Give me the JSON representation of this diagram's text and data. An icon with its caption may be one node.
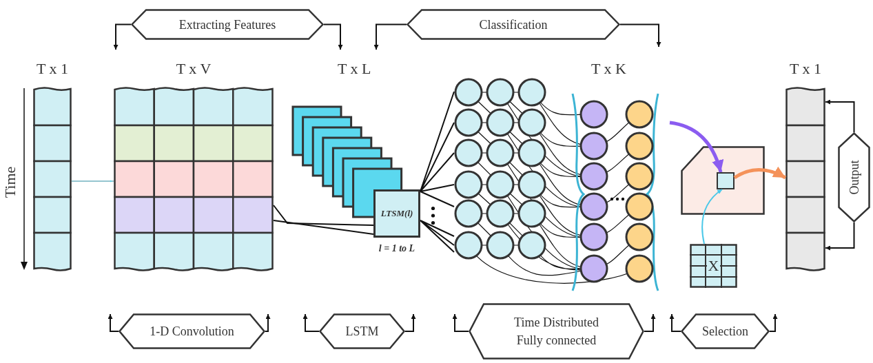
{
  "diagram": {
    "nodes": [
      {
        "text": [
          "Extracting Features"
        ]
      },
      {
        "text": [
          "Classification"
        ]
      },
      {
        "text": [
          "T x 1"
        ]
      },
      {
        "text": [
          "T x V"
        ]
      },
      {
        "text": [
          "T x L"
        ]
      },
      {
        "text": [
          "LTSM(l)"
        ],
        "beside": [
          "l = 1 to L"
        ]
      },
      {
        "text": [],
        "shape": "picture"
      },
      {
        "text": [],
        "shape": "box"
      },
      {
        "text": [],
        "shape": "box",
        "in": 7
      },
      {
        "text": [
          "X"
        ]
      },
      {
        "text": [
          "T x 1"
        ]
      },
      {
        "text": [
          "Output"
        ]
      },
      {
        "text": [
          "1-D Convolution"
        ]
      },
      {
        "text": [
          "LSTM"
        ]
      },
      {
        "text": [
          "Time Distributed Fully connected"
        ]
      },
      {
        "text": [
          "Selection"
        ]
      }
    ],
    "edges": [
      {
        "from": 0,
        "to": 3,
        "arrow": "to"
      },
      {
        "from": 0,
        "to": 4,
        "arrow": "to"
      },
      {
        "from": 1,
        "to": 4,
        "arrow": "to"
      },
      {
        "from": 1,
        "to": null,
        "arrow": "to"
      },
      {
        "from": 2,
        "to": 3,
        "arrow": "to",
        "color": "#2a8aa0"
      },
      {
        "from": 3,
        "to": 5,
        "arrow": "none"
      },
      {
        "from": 3,
        "to": 5,
        "arrow": "none"
      },
      {
        "from": 5,
        "to": 6,
        "arrow": "none"
      },
      {
        "from": 6,
        "to": 8,
        "arrow": "to",
        "style": "thick",
        "color": "#8b5cf0"
      },
      {
        "from": 9,
        "to": 8,
        "arrow": "to",
        "color": "#4cc8e8"
      },
      {
        "from": 8,
        "to": 10,
        "arrow": "to",
        "style": "thick",
        "color": "#f4925a"
      },
      {
        "from": 11,
        "to": 10,
        "arrow": "to"
      },
      {
        "from": 11,
        "to": 10,
        "arrow": "to"
      },
      {
        "from": 12,
        "to": null,
        "arrow": "to"
      },
      {
        "from": 12,
        "to": null,
        "arrow": "to"
      },
      {
        "from": 13,
        "to": null,
        "arrow": "to"
      },
      {
        "from": 13,
        "to": null,
        "arrow": "to"
      },
      {
        "from": 14,
        "to": null,
        "arrow": "to"
      },
      {
        "from": 14,
        "to": null,
        "arrow": "to"
      },
      {
        "from": 15,
        "to": null,
        "arrow": "to"
      },
      {
        "from": 15,
        "to": null,
        "arrow": "to"
      }
    ],
    "labels": [
      "Time",
      "T x K"
    ]
  }
}
